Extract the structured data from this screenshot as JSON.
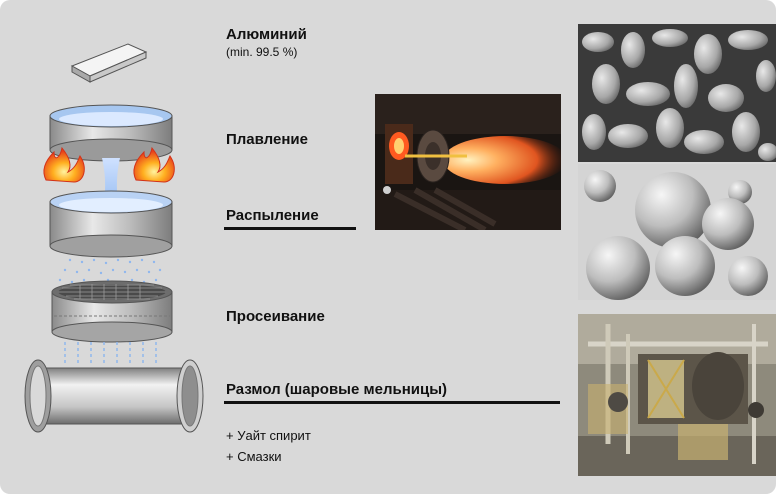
{
  "steps": {
    "aluminium": "Алюминий",
    "aluminium_purity": "(min. 99.5 %)",
    "melting": "Плавление",
    "atomizing": "Распыление",
    "sieving": "Просеивание",
    "milling": "Размол (шаровые мельницы)"
  },
  "additives": [
    "+ Уайт спирит",
    "+ Смазки"
  ],
  "colors": {
    "background": "#d9d9d9",
    "text": "#111111",
    "flame": "#ff7a1a",
    "spray": "#8fb7ee"
  },
  "icons": [
    "aluminium-ingot-icon",
    "melting-crucible-icon",
    "flame-icon",
    "atomizer-icon",
    "sieve-icon",
    "ball-mill-icon"
  ],
  "photos": [
    "atomization-furnace-photo",
    "sem-flake-particles-photo",
    "sem-spherical-particles-photo",
    "ball-mill-plant-photo"
  ]
}
